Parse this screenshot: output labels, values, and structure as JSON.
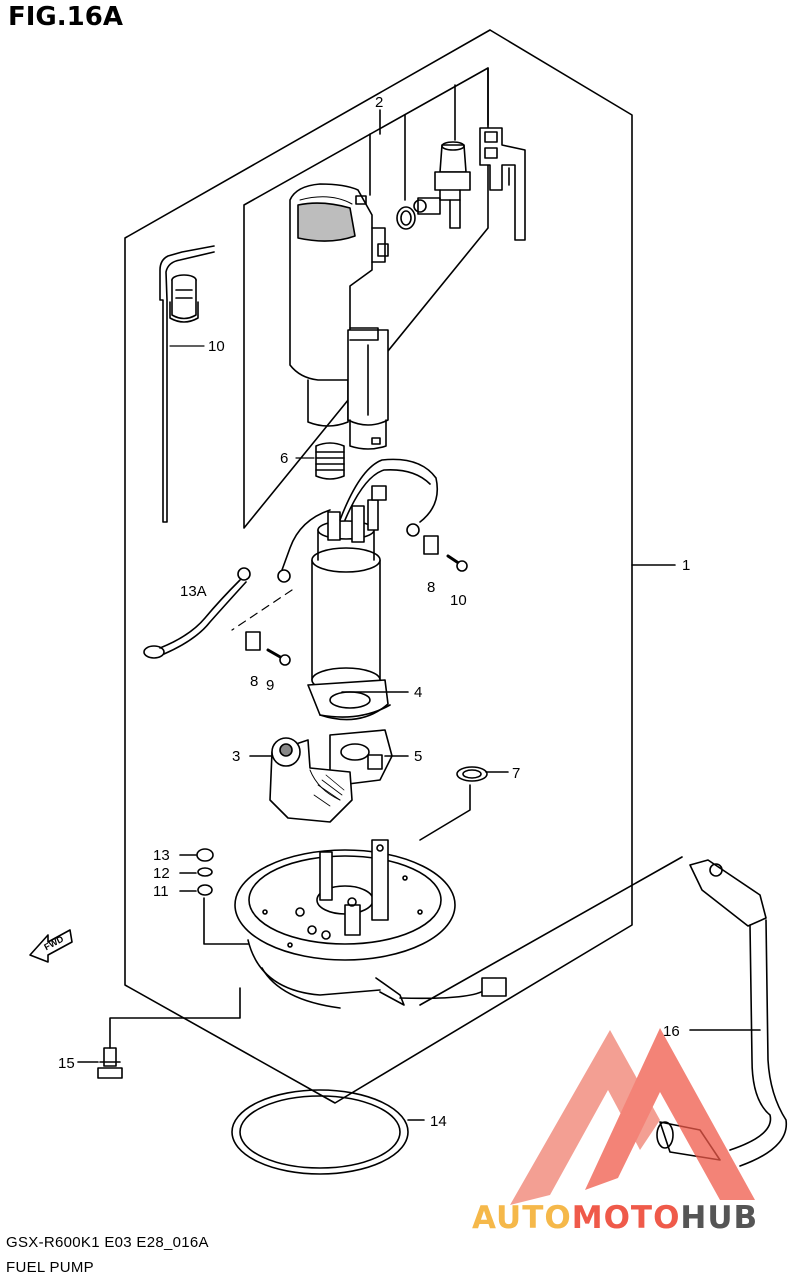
{
  "figure": {
    "title": "FIG.16A"
  },
  "callouts": {
    "c1": "1",
    "c2": "2",
    "c3": "3",
    "c4": "4",
    "c5": "5",
    "c6": "6",
    "c7": "7",
    "c8a": "8",
    "c8b": "8",
    "c9": "9",
    "c10a": "10",
    "c10b": "10",
    "c11": "11",
    "c12": "12",
    "c13": "13",
    "c13a": "13A",
    "c14": "14",
    "c15": "15",
    "c16": "16"
  },
  "direction": {
    "label": "FWD"
  },
  "footer": {
    "model_line": "GSX-R600K1 E03 E28_016A",
    "section_name": "FUEL PUMP"
  },
  "watermark": {
    "part1": "AUTO",
    "part2": "MOTO",
    "part3": "HUB",
    "colors": {
      "auto": "#f5b84a",
      "moto": "#ef5a4a",
      "hub": "#555555"
    }
  }
}
